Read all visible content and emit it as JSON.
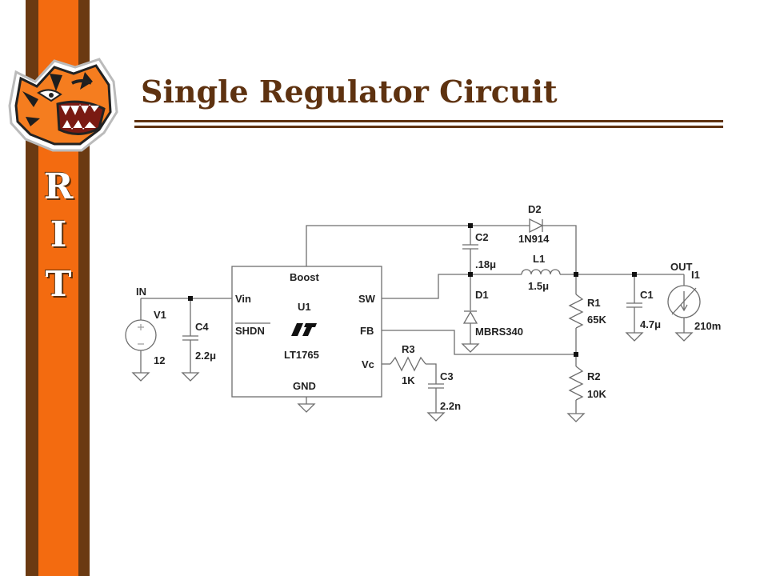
{
  "slide": {
    "title": "Single Regulator Circuit",
    "side_letters": [
      "R",
      "I",
      "T"
    ],
    "colors": {
      "brown": "#6b3a12",
      "orange": "#f36b10",
      "title": "#5e3210"
    }
  },
  "schematic": {
    "nets": {
      "in": "IN",
      "out": "OUT"
    },
    "ic": {
      "ref": "U1",
      "part": "LT1765",
      "pins": {
        "boost": "Boost",
        "vin": "Vin",
        "shdn": "SHDN",
        "sw": "SW",
        "fb": "FB",
        "vc": "Vc",
        "gnd": "GND"
      }
    },
    "components": {
      "v1": {
        "ref": "V1",
        "value": "12"
      },
      "c4": {
        "ref": "C4",
        "value": "2.2μ"
      },
      "c2": {
        "ref": "C2",
        "value": ".18μ"
      },
      "d2": {
        "ref": "D2",
        "value": "1N914"
      },
      "l1": {
        "ref": "L1",
        "value": "1.5μ"
      },
      "d1": {
        "ref": "D1",
        "value": "MBRS340"
      },
      "r1": {
        "ref": "R1",
        "value": "65K"
      },
      "r2": {
        "ref": "R2",
        "value": "10K"
      },
      "r3": {
        "ref": "R3",
        "value": "1K"
      },
      "c3": {
        "ref": "C3",
        "value": "2.2n"
      },
      "c1": {
        "ref": "C1",
        "value": "4.7μ"
      },
      "i1": {
        "ref": "I1",
        "value": "210m"
      }
    }
  }
}
